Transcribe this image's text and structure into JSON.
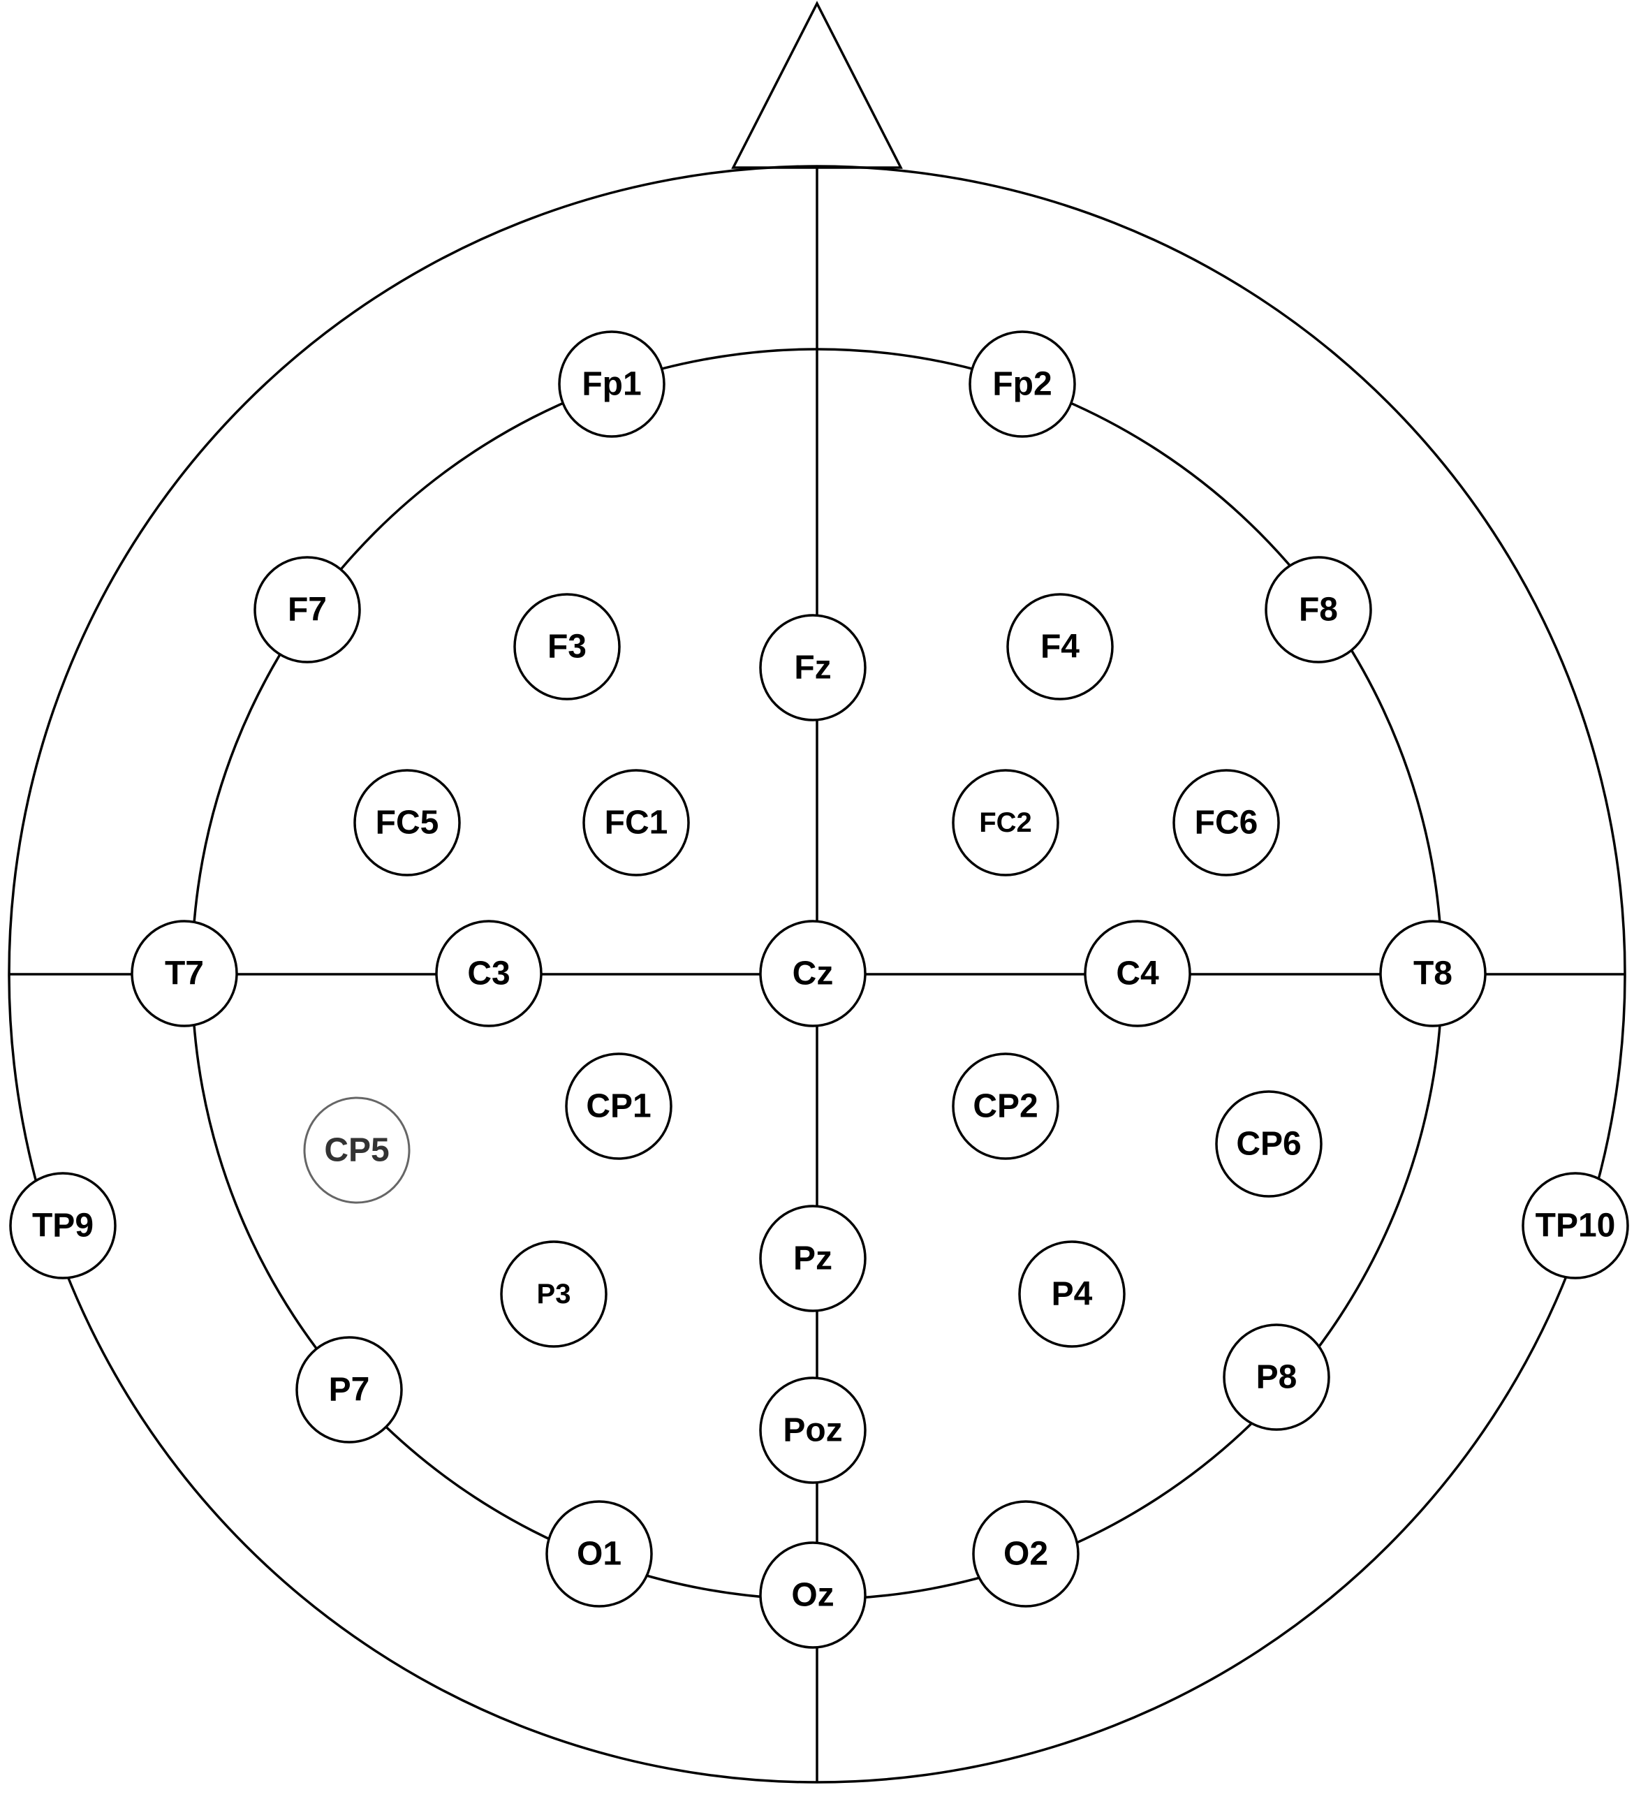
{
  "diagram": {
    "colors": {
      "line": "#000000",
      "fill": "#ffffff",
      "faded_outline": "#666666"
    },
    "electrodes": [
      {
        "id": "Fp1",
        "label": "Fp1"
      },
      {
        "id": "Fp2",
        "label": "Fp2"
      },
      {
        "id": "F7",
        "label": "F7"
      },
      {
        "id": "F3",
        "label": "F3"
      },
      {
        "id": "Fz",
        "label": "Fz"
      },
      {
        "id": "F4",
        "label": "F4"
      },
      {
        "id": "F8",
        "label": "F8"
      },
      {
        "id": "FC5",
        "label": "FC5"
      },
      {
        "id": "FC1",
        "label": "FC1"
      },
      {
        "id": "FC2",
        "label": "FC2"
      },
      {
        "id": "FC6",
        "label": "FC6"
      },
      {
        "id": "T7",
        "label": "T7"
      },
      {
        "id": "C3",
        "label": "C3"
      },
      {
        "id": "Cz",
        "label": "Cz"
      },
      {
        "id": "C4",
        "label": "C4"
      },
      {
        "id": "T8",
        "label": "T8"
      },
      {
        "id": "CP5",
        "label": "CP5"
      },
      {
        "id": "CP1",
        "label": "CP1"
      },
      {
        "id": "CP2",
        "label": "CP2"
      },
      {
        "id": "CP6",
        "label": "CP6"
      },
      {
        "id": "TP9",
        "label": "TP9"
      },
      {
        "id": "TP10",
        "label": "TP10"
      },
      {
        "id": "P3",
        "label": "P3"
      },
      {
        "id": "Pz",
        "label": "Pz"
      },
      {
        "id": "P4",
        "label": "P4"
      },
      {
        "id": "P7",
        "label": "P7"
      },
      {
        "id": "P8",
        "label": "P8"
      },
      {
        "id": "Poz",
        "label": "Poz"
      },
      {
        "id": "O1",
        "label": "O1"
      },
      {
        "id": "Oz",
        "label": "Oz"
      },
      {
        "id": "O2",
        "label": "O2"
      }
    ]
  }
}
